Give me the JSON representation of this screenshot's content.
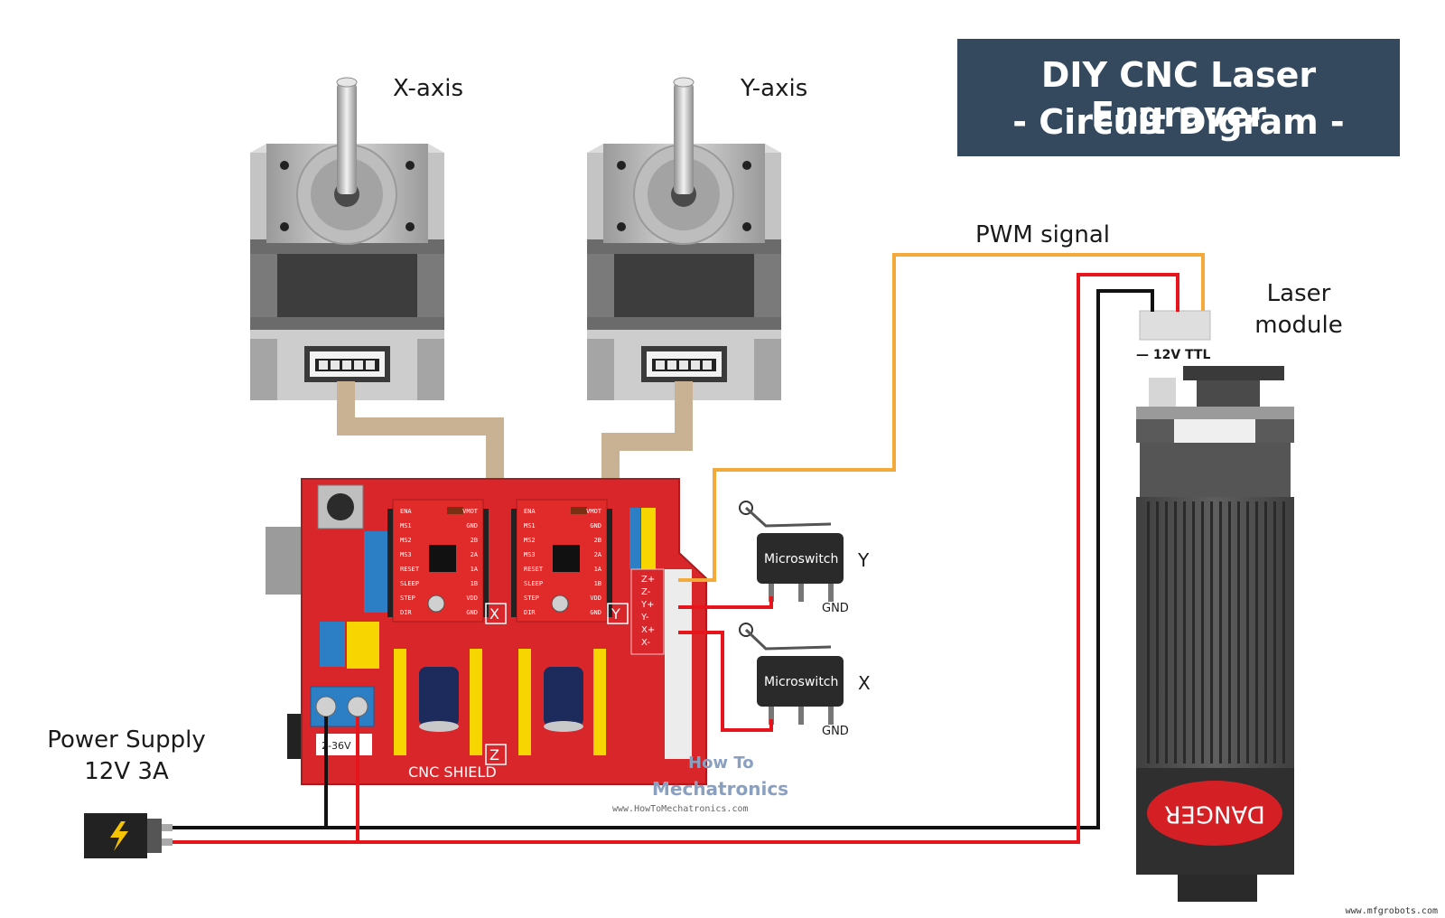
{
  "title": {
    "line1": "DIY CNC Laser Engraver",
    "line2": "- Circuit Digram -"
  },
  "labels": {
    "x_axis": "X-axis",
    "y_axis": "Y-axis",
    "pwm_signal": "PWM signal",
    "laser_line1": "Laser",
    "laser_line2": "module",
    "laser_pins": "— 12V TTL",
    "power_line1": "Power Supply",
    "power_line2": "12V 3A",
    "microswitch_top": "Microswitch",
    "microswitch_bottom": "Microswitch",
    "switch_y": "Y",
    "switch_x": "X",
    "gnd_top": "GND",
    "gnd_bottom": "GND",
    "cnc_shield": "CNC SHIELD",
    "driver_x": "X",
    "driver_y": "Y",
    "driver_z": "Z",
    "terminal_voltage": "2-36V",
    "danger": "DANGER",
    "endstop_pins": [
      "Z+",
      "Z-",
      "Y+",
      "Y-",
      "X+",
      "X-"
    ],
    "driver_pins_left": [
      "ENA",
      "MS1",
      "MS2",
      "MS3",
      "RESET",
      "SLEEP",
      "STEP",
      "DIR"
    ],
    "driver_pins_right": [
      "VMOT",
      "GND",
      "2B",
      "2A",
      "1A",
      "1B",
      "VDD",
      "GND"
    ],
    "watermark_line1": "How To",
    "watermark_line2": "Mechatronics",
    "watermark_url": "www.HowToMechatronics.com",
    "source_url": "www.mfgrobots.com"
  },
  "colors": {
    "title_bg": "#34495e",
    "board_red": "#d9262b",
    "wire_red": "#e8141b",
    "wire_black": "#111111",
    "wire_orange": "#f4a93b",
    "stepper_cable": "#c9b294",
    "header_yellow": "#f6d500",
    "header_blue": "#2c7fc4"
  }
}
